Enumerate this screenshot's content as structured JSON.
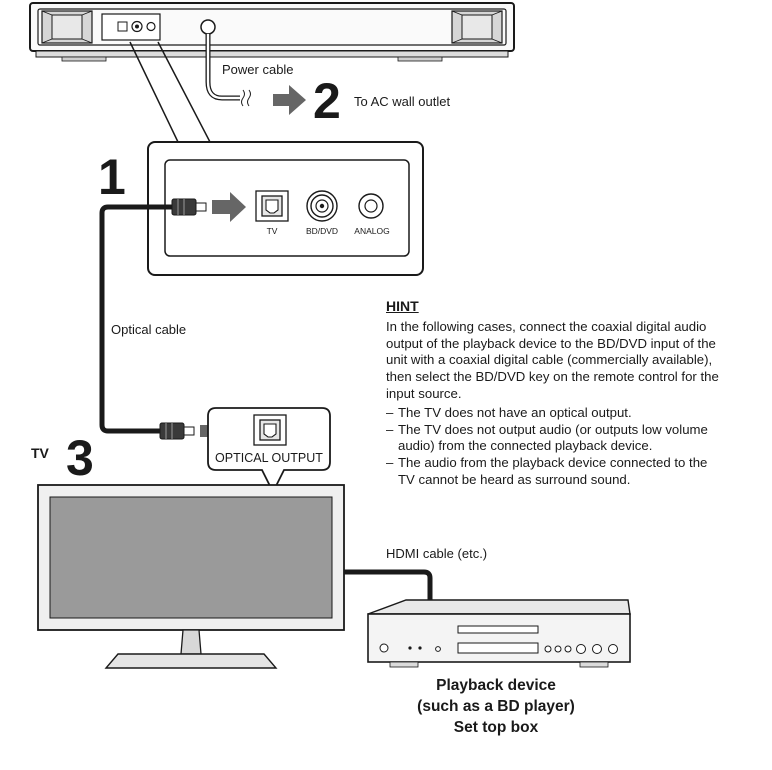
{
  "labels": {
    "power_cable": "Power cable",
    "ac_outlet": "To AC wall outlet",
    "optical_cable": "Optical cable",
    "tv": "TV",
    "hdmi_cable": "HDMI cable (etc.)",
    "optical_output": "OPTICAL OUTPUT"
  },
  "steps": {
    "one": "1",
    "two": "2",
    "three": "3"
  },
  "jacks": {
    "tv": "TV",
    "bd_dvd": "BD/DVD",
    "analog": "ANALOG"
  },
  "hint": {
    "title": "HINT",
    "body": "In the following cases, connect the coaxial digital audio output of the playback device to the BD/DVD input of the unit with a coaxial digital cable (commercially available), then select the BD/DVD key on the remote control for the input source.",
    "items": [
      "The TV does not have an optical output.",
      "The TV does not output audio (or outputs low volume audio) from the connected playback device.",
      "The audio from the playback device connected to the TV cannot be heard as surround sound."
    ]
  },
  "device_caption": {
    "line1": "Playback device",
    "line2": "(such as a BD player)",
    "line3": "Set top box"
  },
  "colors": {
    "line": "#1a1a1a",
    "arrow": "#666666",
    "screen": "#9a9a9a",
    "bezel": "#f0f0f0"
  }
}
